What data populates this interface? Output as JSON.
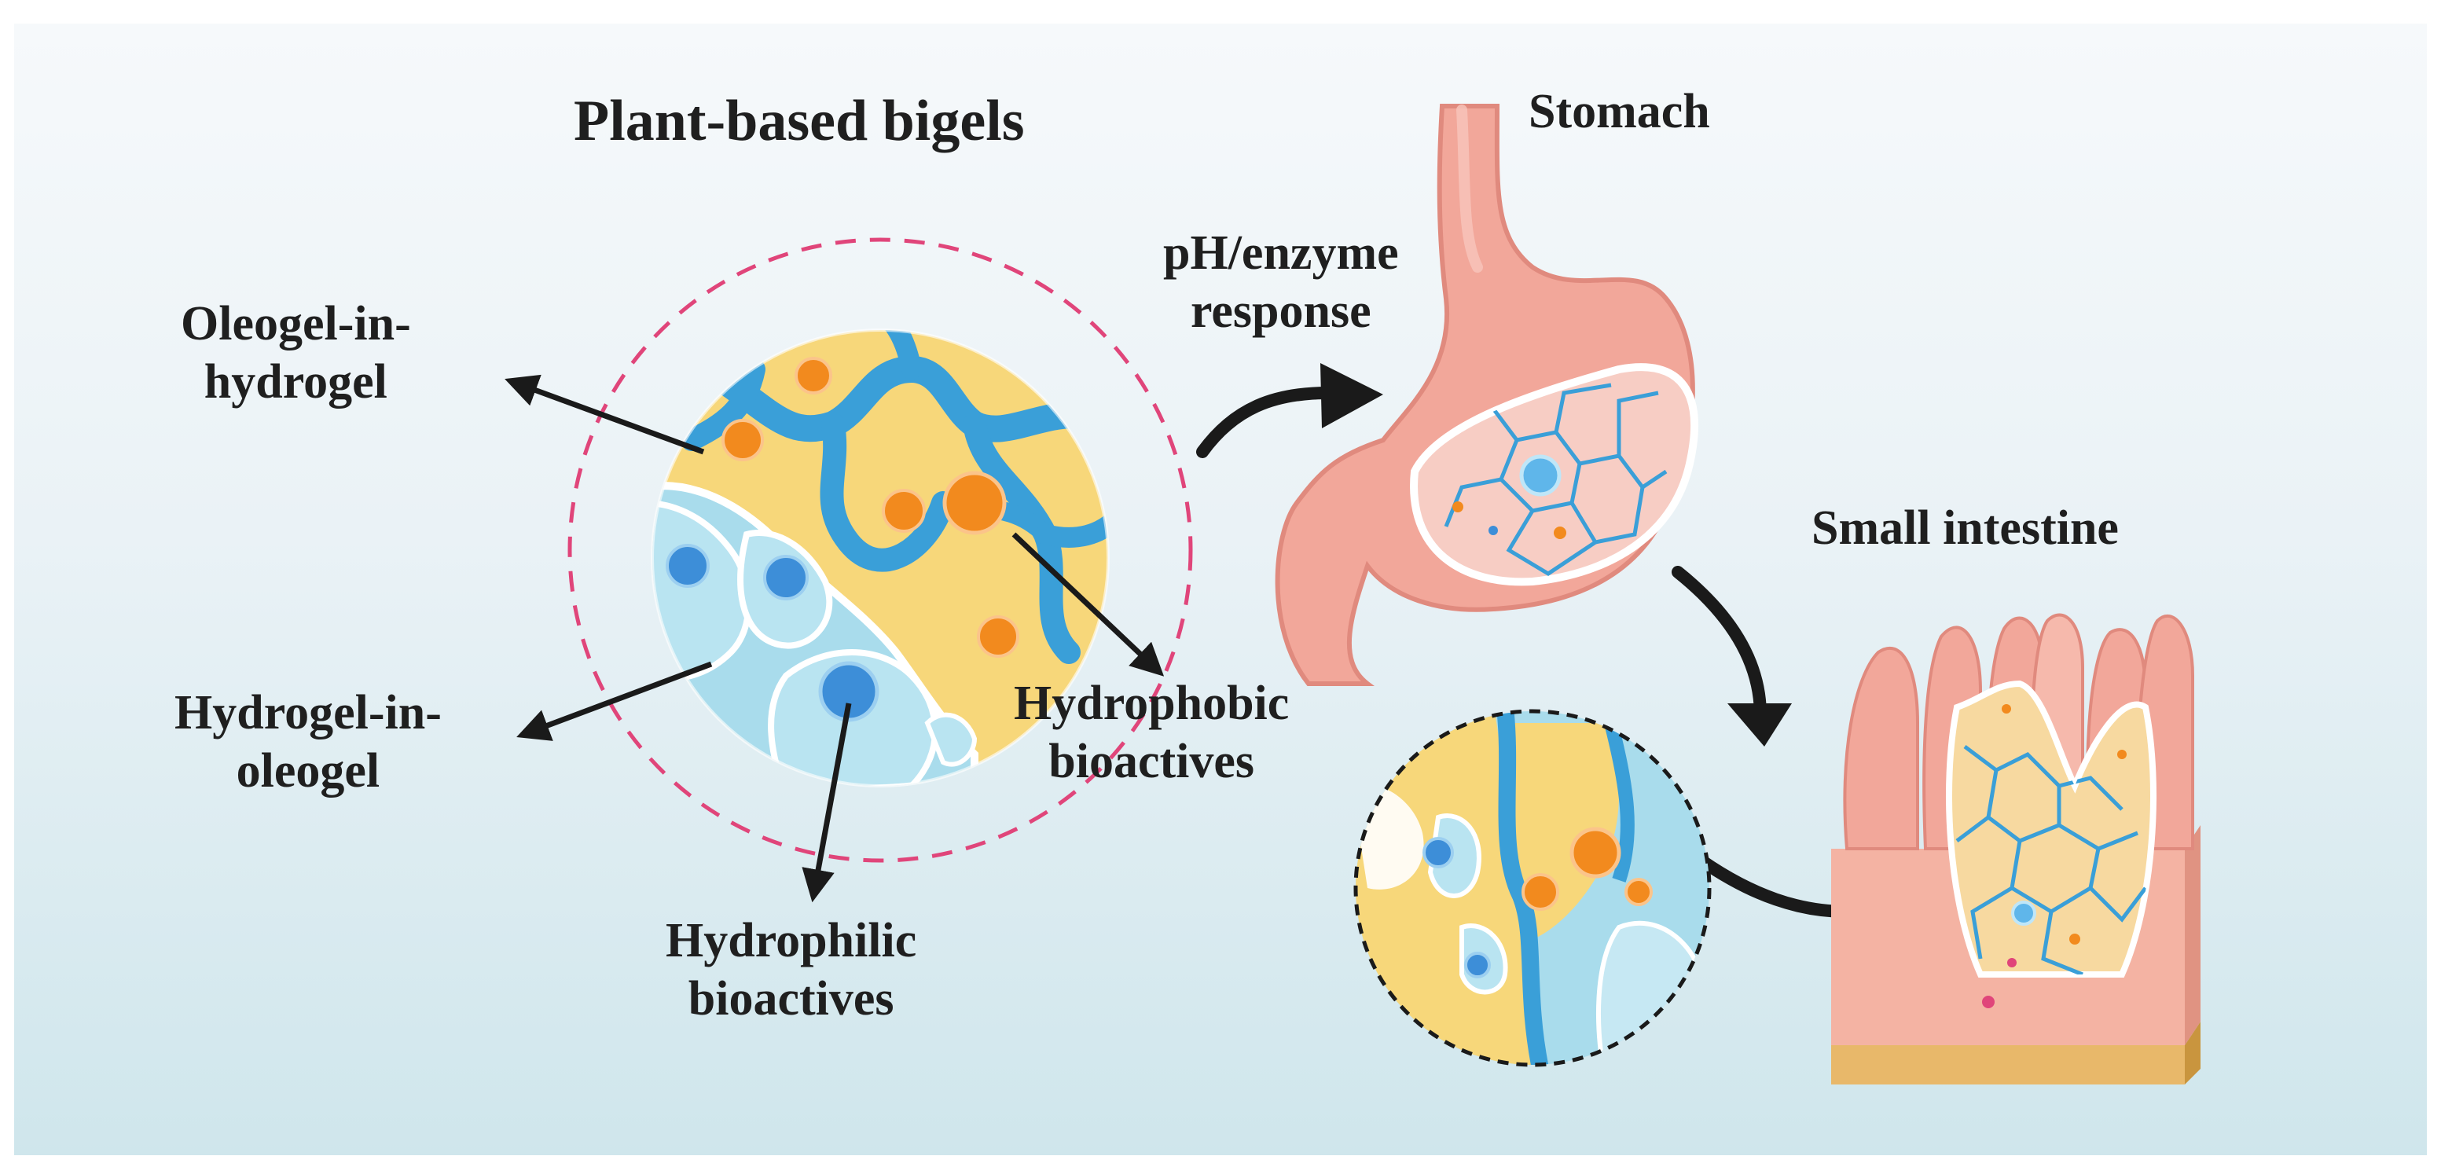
{
  "title": "Plant-based bigels",
  "labels": {
    "oleogel_in_hydrogel": [
      "Oleogel-in-",
      "hydrogel"
    ],
    "hydrogel_in_oleogel": [
      "Hydrogel-in-",
      "oleogel"
    ],
    "hydrophobic": [
      "Hydrophobic",
      "bioactives"
    ],
    "hydrophilic": [
      "Hydrophilic",
      "bioactives"
    ],
    "ph_enzyme": [
      "pH/enzyme",
      "response"
    ],
    "stomach": "Stomach",
    "small_intestine": "Small intestine"
  },
  "colors": {
    "oleogel_yellow": "#f7d77a",
    "hydrogel_blue": "#3a9fd8",
    "light_blue": "#a9dcec",
    "orange_droplet": "#f28a1e",
    "blue_droplet": "#3d8ed8",
    "tissue_pink": "#f2a79a",
    "dashed_pink": "#e0457a",
    "arrow": "#1a1a1a"
  },
  "icons": [
    "bigel-microstructure",
    "stomach-illustration",
    "digested-bigel-zoom",
    "intestinal-villi"
  ]
}
